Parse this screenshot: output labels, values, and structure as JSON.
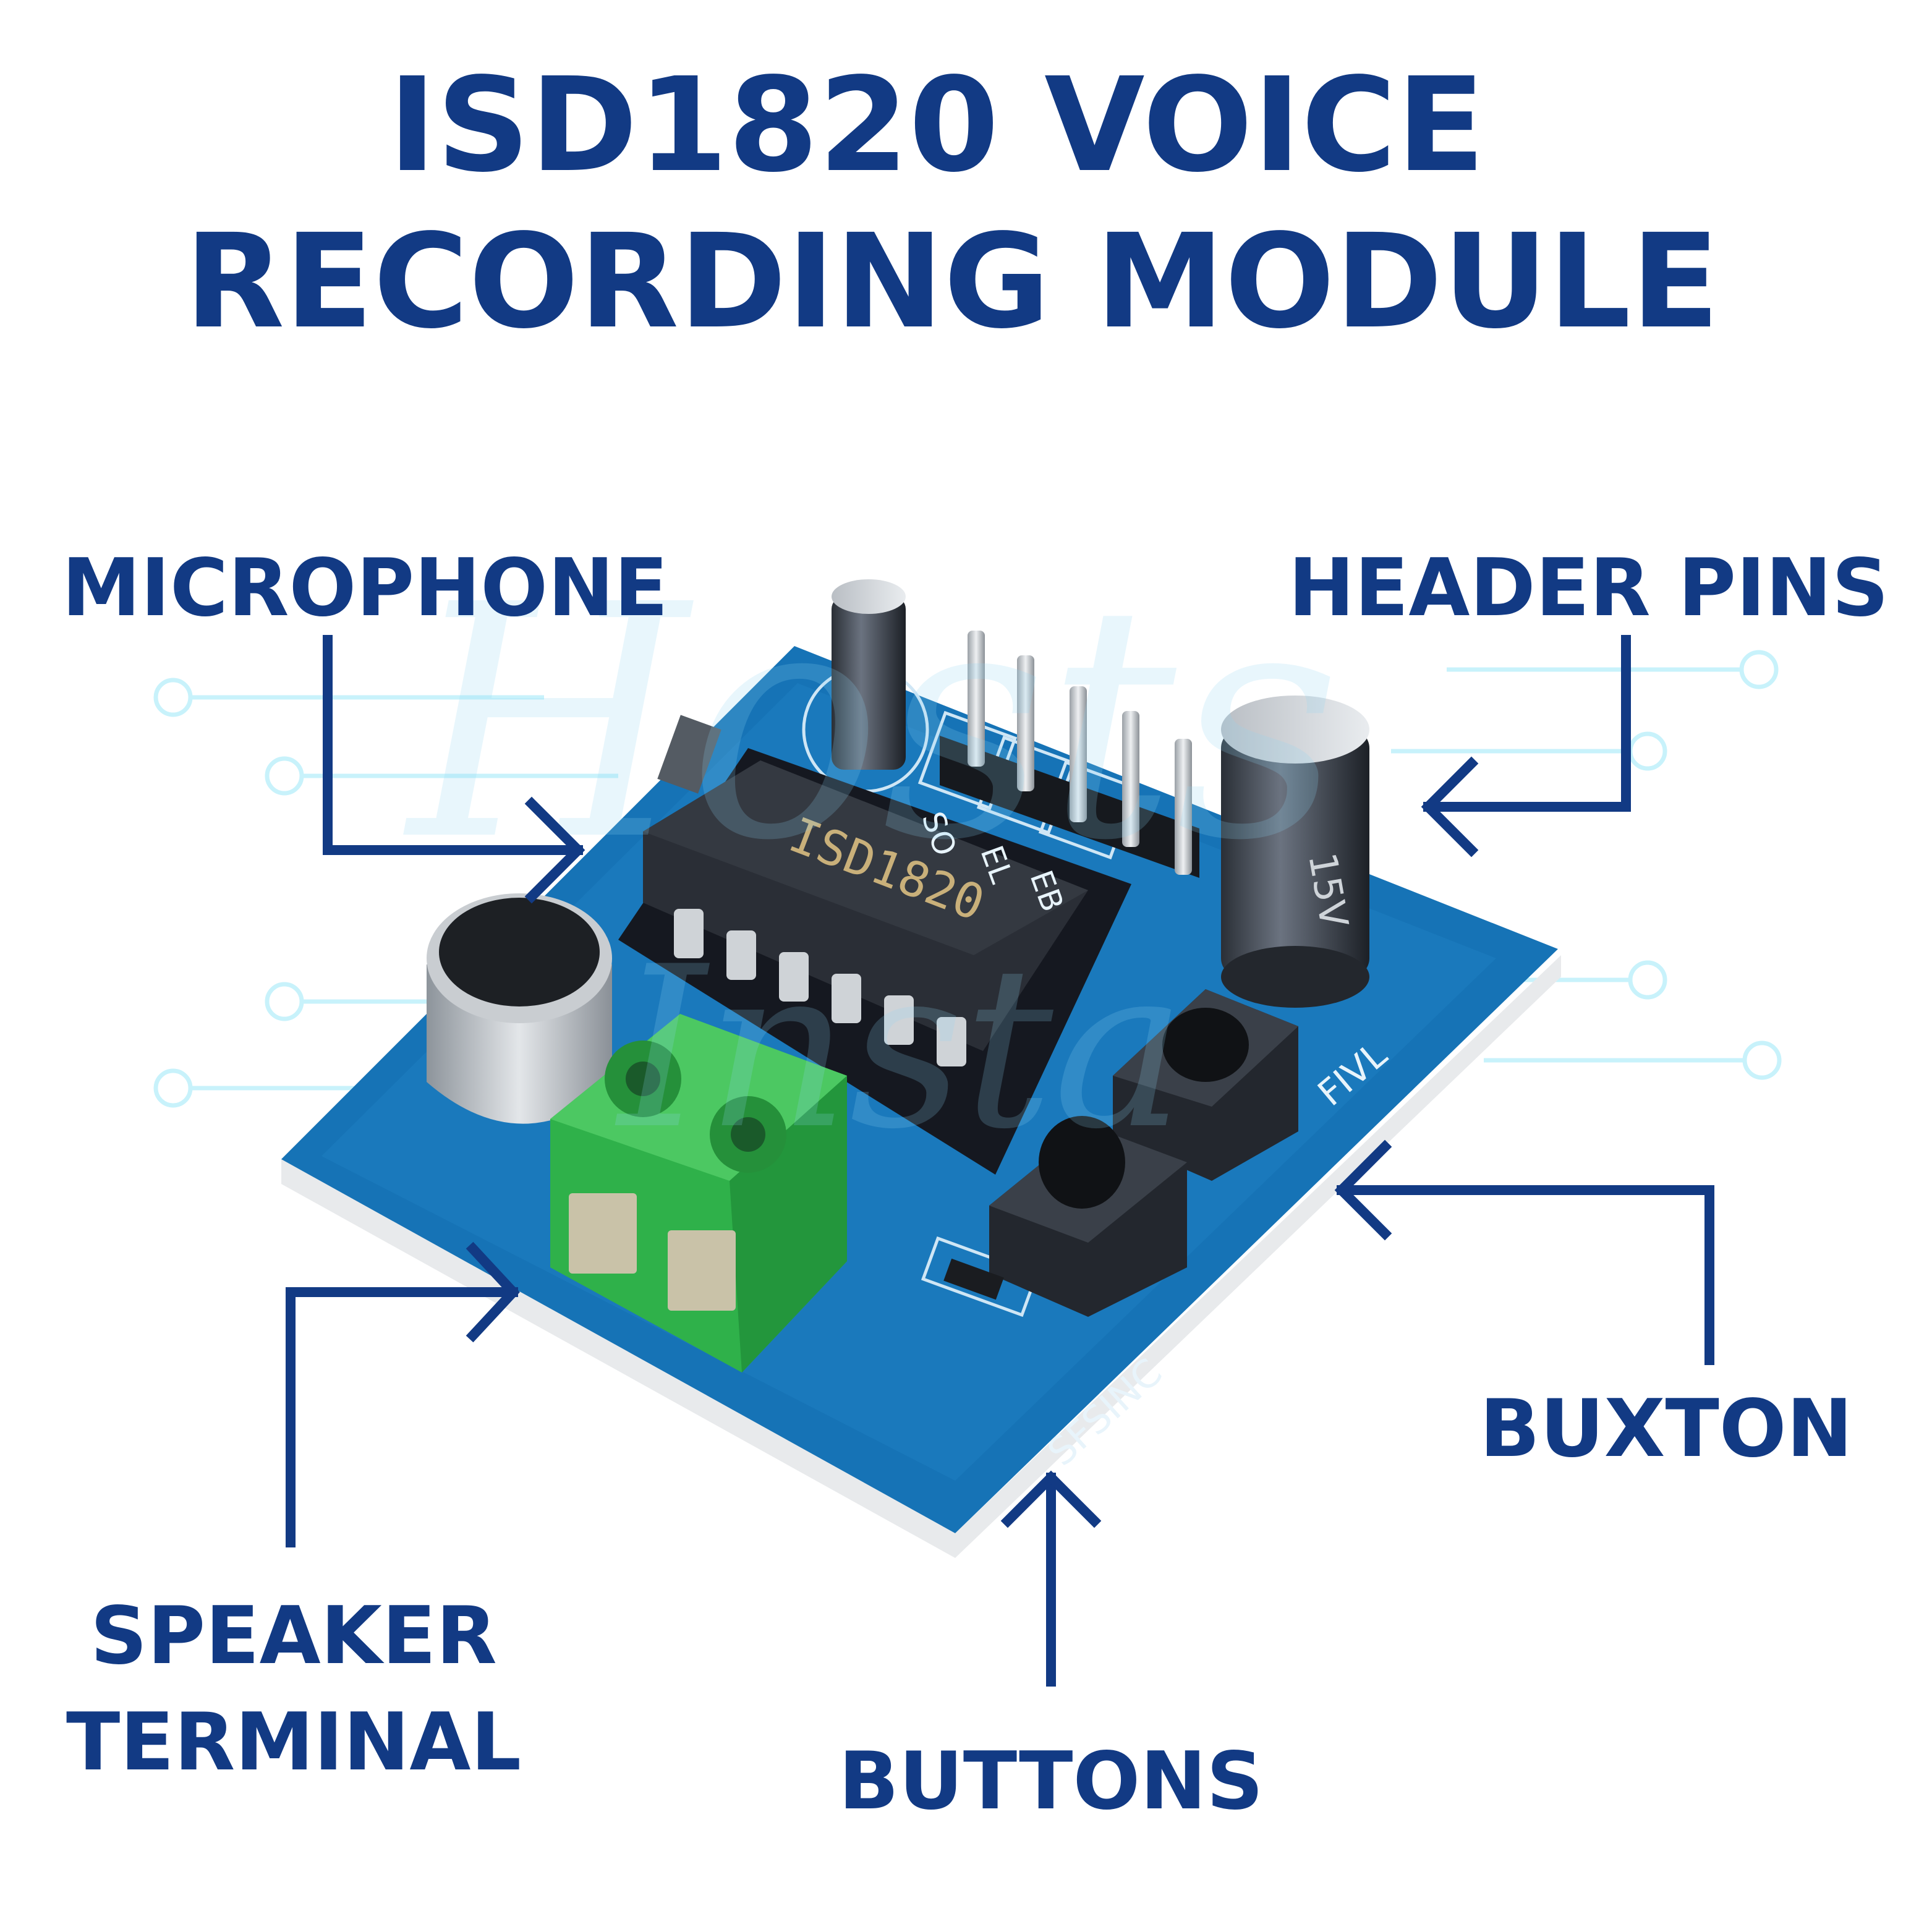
{
  "title": {
    "line1": "ISD1820 VOICE",
    "line2": "RECORDING MODULE"
  },
  "labels": {
    "microphone": "MICROPHONE",
    "header_pins": "HEADER PINS",
    "speaker_line1": "SPEAKER",
    "speaker_line2": "TERMINAL",
    "buttons": "BUTTONS",
    "buxton": "BUXTON"
  },
  "board": {
    "chip_text": "ISD1820",
    "silk_left": "SFSINC",
    "silk_right": "FIVL",
    "pin_marks": [
      "SO",
      "EL",
      "EB"
    ],
    "capacitor_text": "15V"
  },
  "watermark": {
    "line1": "Hosts",
    "line2": "Insta"
  },
  "colors": {
    "accent": "#123a84",
    "board": "#1673b6",
    "terminal": "#2fb14a",
    "circuit_lines": "#c8f2fb"
  }
}
